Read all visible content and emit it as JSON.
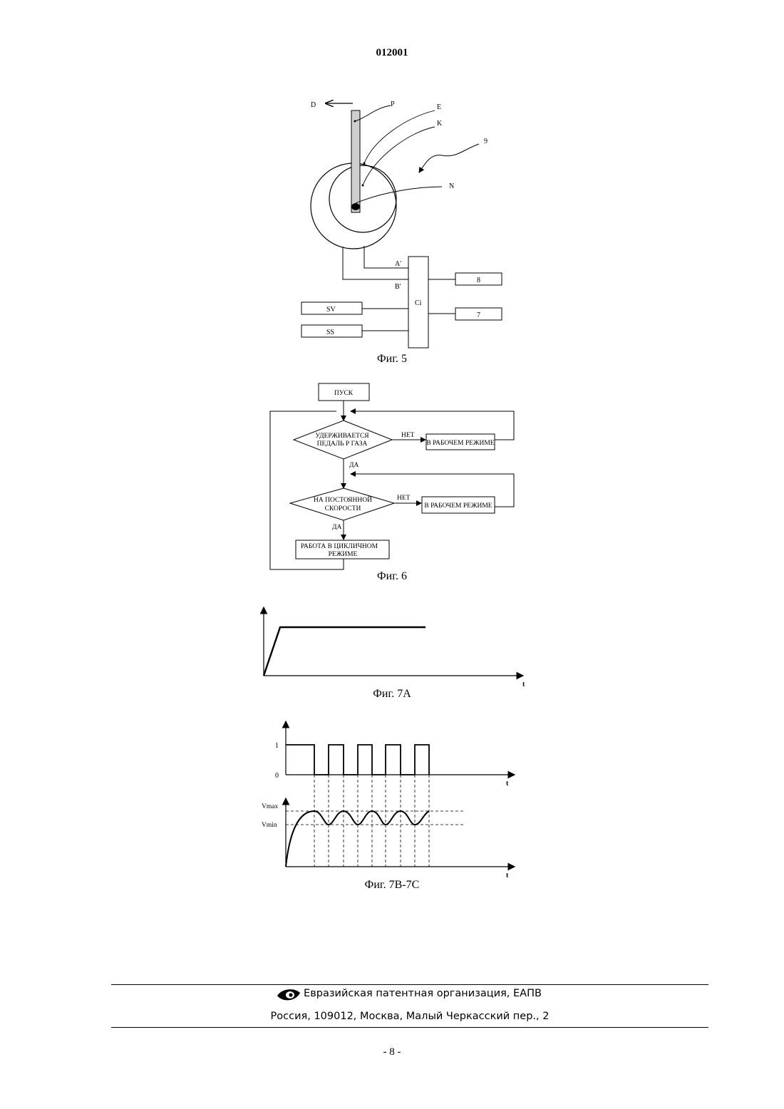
{
  "header": {
    "doc_number": "012001"
  },
  "fig5": {
    "caption": "Фиг. 5",
    "labels": {
      "d": "D",
      "p": "P",
      "e": "E",
      "k": "K",
      "n": "N",
      "nine": "9",
      "a": "A′",
      "b": "B′",
      "ci": "Ci",
      "box8": "8",
      "box7": "7",
      "sv": "SV",
      "ss": "SS"
    }
  },
  "fig6": {
    "caption": "Фиг. 6",
    "start": "ПУСК",
    "decision1": [
      "УДЕРЖИВАЕТСЯ",
      "ПЕДАЛЬ Р ГАЗА"
    ],
    "no1": "НЕТ",
    "work1": "В РАБОЧЕМ РЕЖИМЕ",
    "yes1": "ДА",
    "decision2": [
      "НА ПОСТОЯННОЙ",
      "СКОРОСТИ"
    ],
    "no2": "НЕТ",
    "work2": "В РАБОЧЕМ РЕЖИМЕ",
    "yes2": "ДА",
    "cyclic": [
      "РАБОТА В ЦИКЛИЧНОМ",
      "РЕЖИМЕ"
    ]
  },
  "fig7a": {
    "caption": "Фиг. 7А",
    "t": "t"
  },
  "fig7bc": {
    "caption": "Фиг. 7В-7С",
    "one": "1",
    "zero": "0",
    "t1": "t",
    "vmax": "Vmax",
    "vmin": "Vmin",
    "t2": "t"
  },
  "footer": {
    "org": "Евразийская патентная организация, ЕАПВ",
    "address": "Россия, 109012, Москва, Малый Черкасский пер., 2"
  },
  "page_number": "- 8 -"
}
